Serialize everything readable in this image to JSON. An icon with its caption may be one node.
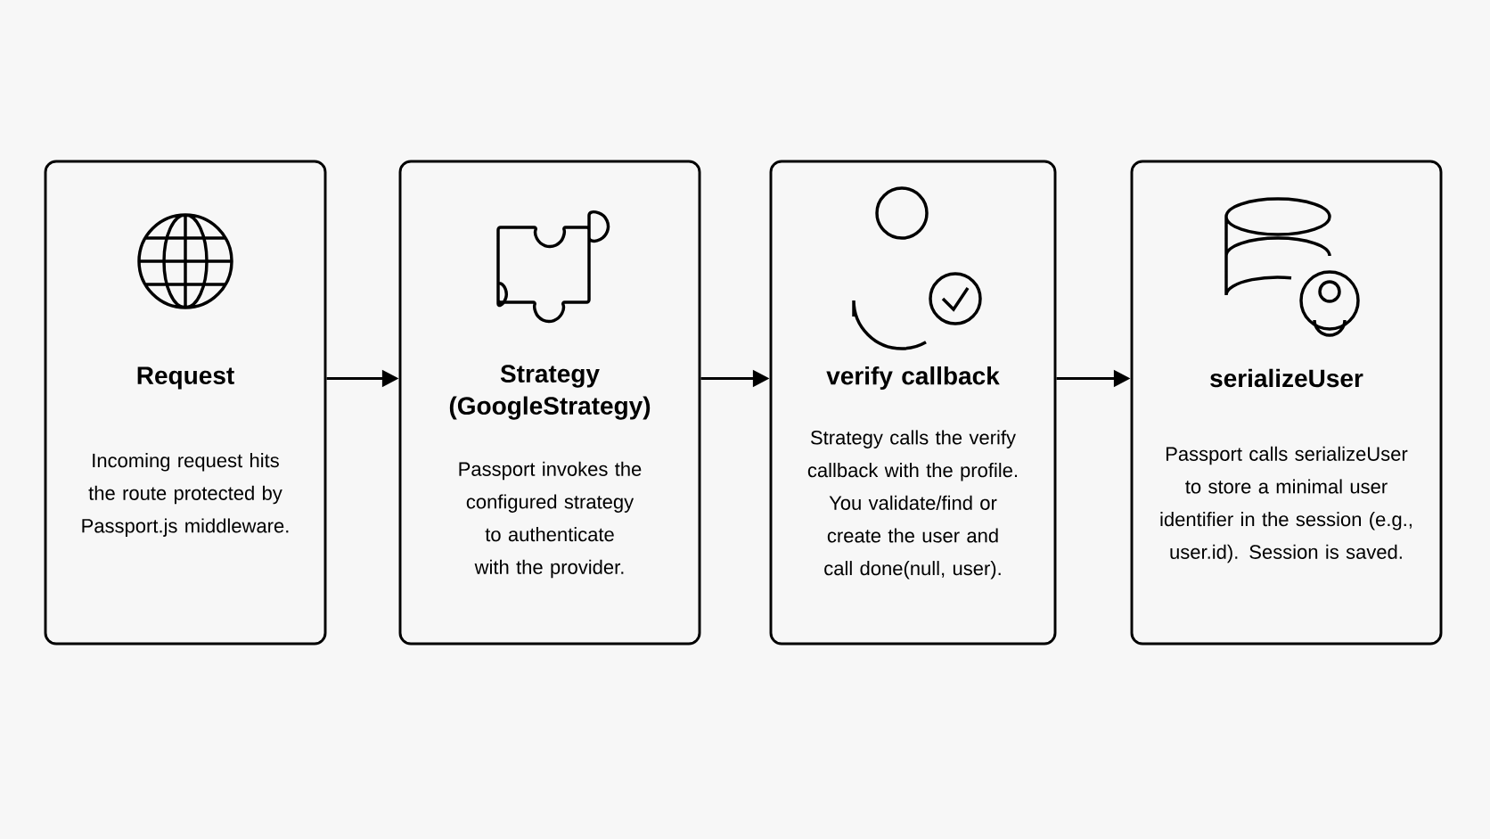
{
  "diagram": {
    "nodes": [
      {
        "text": [
          "Request",
          "Incoming request hits the route protected by Passport.js middleware."
        ]
      },
      {
        "text": [
          "Strategy (GoogleStrategy)",
          "Passport invokes the configured strategy to authenticate with the provider."
        ]
      },
      {
        "text": [
          "verify callback",
          "Strategy calls the verify callback with the profile. You validate/find or create the user and call done(null, user)."
        ]
      },
      {
        "text": [
          "serializeUser",
          "Passport calls serializeUser to store a minimal user identifier in the session (e.g., user.id). Session is saved."
        ]
      }
    ],
    "edges": [
      {
        "from": 0,
        "to": 1,
        "arrow": "to"
      },
      {
        "from": 1,
        "to": 2,
        "arrow": "to"
      },
      {
        "from": 2,
        "to": 3,
        "arrow": "to"
      }
    ]
  }
}
